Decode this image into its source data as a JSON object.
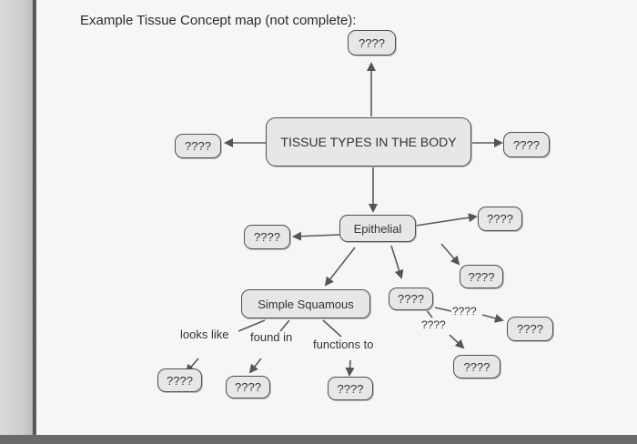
{
  "page_title": "Example Tissue Concept map (not complete):",
  "concept_map": {
    "central": "TISSUE TYPES IN THE BODY",
    "top_box": "????",
    "left_box": "????",
    "right_box": "????",
    "epithelial": "Epithelial",
    "epithelial_left_box": "????",
    "epithelial_right_box": "????",
    "epithelial_diag_box": "????",
    "epithelial_down_box": "????",
    "simple_squamous": "Simple Squamous",
    "far_right_box": "????",
    "lower_right_box": "????",
    "branch_label_1": "????",
    "branch_label_2": "????",
    "looks_like": "looks like",
    "found_in": "found in",
    "functions_to": "functions to",
    "looks_like_box": "????",
    "found_in_box": "????",
    "functions_to_box": "????"
  }
}
